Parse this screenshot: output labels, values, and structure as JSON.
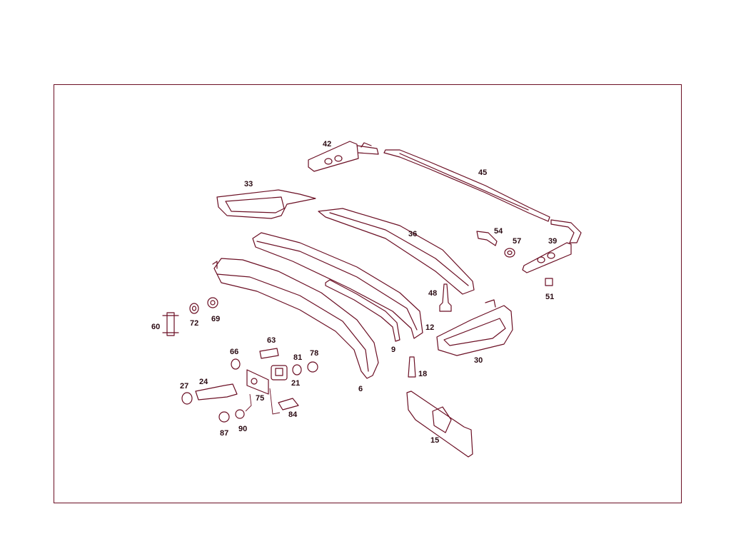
{
  "colors": {
    "line": "#6b0f24",
    "text": "#2a0a12",
    "background": "#ffffff"
  },
  "callouts": [
    "42",
    "45",
    "33",
    "36",
    "54",
    "57",
    "39",
    "51",
    "48",
    "12",
    "9",
    "30",
    "18",
    "15",
    "6",
    "60",
    "72",
    "69",
    "63",
    "66",
    "81",
    "78",
    "21",
    "27",
    "24",
    "75",
    "84",
    "87",
    "90"
  ]
}
